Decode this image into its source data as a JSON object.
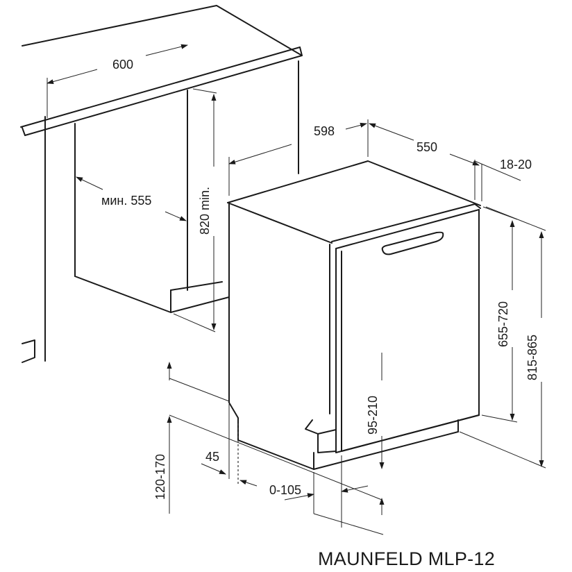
{
  "dimensions": {
    "niche_width": "600",
    "niche_depth_min": "мин. 555",
    "niche_height_min": "820 min.",
    "appliance_width": "598",
    "appliance_depth": "550",
    "door_gap": "18-20",
    "door_height": "655-720",
    "total_height": "815-865",
    "kick_height": "95-210",
    "kick_depth": "45",
    "plinth_height": "120-170",
    "plinth_offset": "0-105"
  },
  "model": "MAUNFELD MLP-12"
}
